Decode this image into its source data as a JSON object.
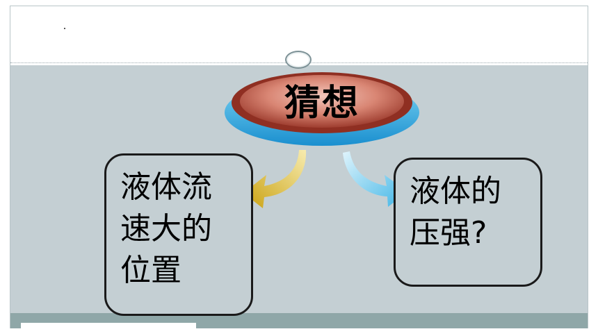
{
  "title": "猜想",
  "hypotheses": [
    {
      "text": "液体流\n速大的\n位置"
    },
    {
      "text": "液体的\n压强?"
    }
  ],
  "colors": {
    "content_background": "#c4cfd3",
    "footer": "#8fa7a8",
    "title_oval": "#c56b5a",
    "title_oval_base": "#1fa9df",
    "arrow_left": "#e3c21f",
    "arrow_right": "#5bc4ec"
  }
}
